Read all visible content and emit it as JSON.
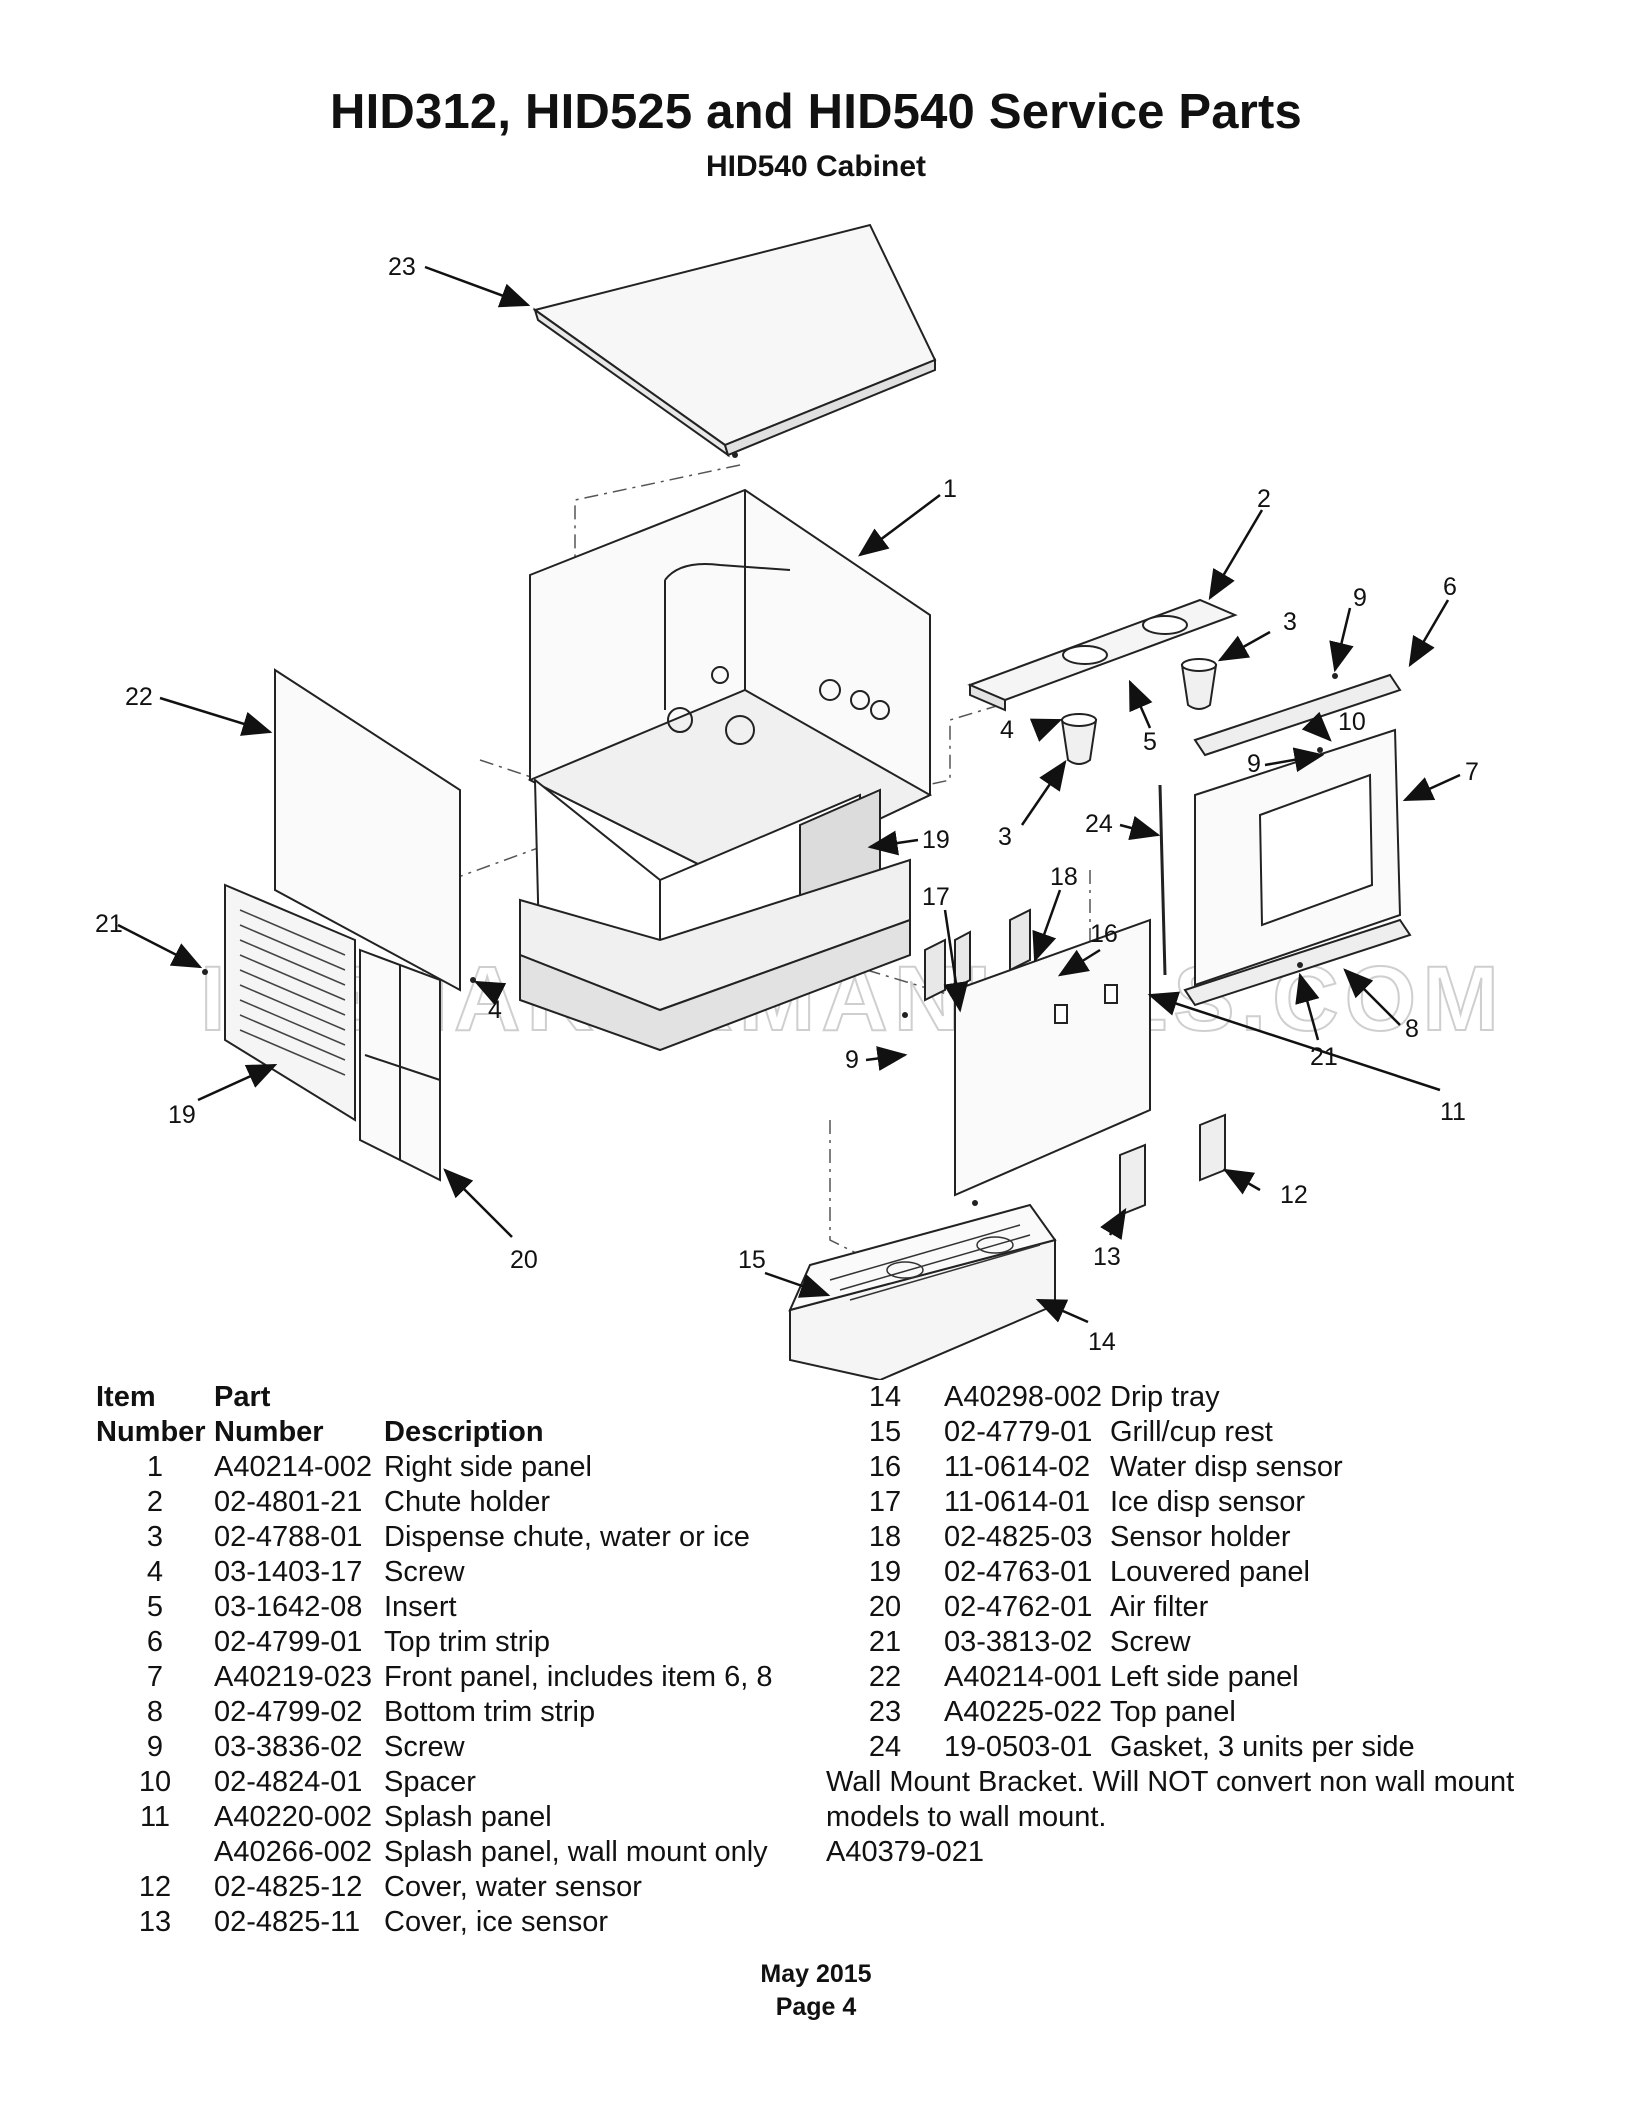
{
  "title": "HID312, HID525 and HID540 Service Parts",
  "subtitle": "HID540 Cabinet",
  "watermark": "ICEMAKERMANUALS.COM",
  "diagram_callouts": [
    "23",
    "1",
    "2",
    "3",
    "9",
    "6",
    "22",
    "4",
    "5",
    "10",
    "7",
    "9",
    "3",
    "24",
    "19",
    "18",
    "16",
    "17",
    "21",
    "4",
    "9",
    "21",
    "8",
    "11",
    "19",
    "12",
    "20",
    "13",
    "15",
    "14"
  ],
  "table_header": {
    "item_line1": "Item",
    "item_line2": "Number",
    "part_line1": "Part",
    "part_line2": "Number",
    "description": "Description"
  },
  "parts_left": [
    {
      "item": "1",
      "part": "A40214-002",
      "desc": "Right side panel"
    },
    {
      "item": "2",
      "part": "02-4801-21",
      "desc": "Chute holder"
    },
    {
      "item": "3",
      "part": "02-4788-01",
      "desc": "Dispense chute, water or ice"
    },
    {
      "item": "4",
      "part": "03-1403-17",
      "desc": "Screw"
    },
    {
      "item": "5",
      "part": "03-1642-08",
      "desc": "Insert"
    },
    {
      "item": "6",
      "part": "02-4799-01",
      "desc": "Top trim strip"
    },
    {
      "item": "7",
      "part": "A40219-023",
      "desc": "Front panel, includes item 6, 8"
    },
    {
      "item": "8",
      "part": "02-4799-02",
      "desc": "Bottom trim strip"
    },
    {
      "item": "9",
      "part": "03-3836-02",
      "desc": "Screw"
    },
    {
      "item": "10",
      "part": "02-4824-01",
      "desc": "Spacer"
    },
    {
      "item": "11",
      "part": "A40220-002",
      "desc": "Splash panel"
    },
    {
      "item": "",
      "part": "A40266-002",
      "desc": "Splash panel, wall mount only"
    },
    {
      "item": "12",
      "part": "02-4825-12",
      "desc": "Cover, water sensor"
    },
    {
      "item": "13",
      "part": "02-4825-11",
      "desc": "Cover, ice sensor"
    }
  ],
  "parts_right": [
    {
      "item": "14",
      "part": "A40298-002",
      "desc": "Drip tray"
    },
    {
      "item": "15",
      "part": "02-4779-01",
      "desc": "Grill/cup rest"
    },
    {
      "item": "16",
      "part": "11-0614-02",
      "desc": "Water disp sensor"
    },
    {
      "item": "17",
      "part": "11-0614-01",
      "desc": "Ice disp sensor"
    },
    {
      "item": "18",
      "part": "02-4825-03",
      "desc": "Sensor holder"
    },
    {
      "item": "19",
      "part": "02-4763-01",
      "desc": "Louvered panel"
    },
    {
      "item": "20",
      "part": "02-4762-01",
      "desc": "Air filter"
    },
    {
      "item": "21",
      "part": "03-3813-02",
      "desc": "Screw"
    },
    {
      "item": "22",
      "part": "A40214-001",
      "desc": "Left side panel"
    },
    {
      "item": "23",
      "part": "A40225-022",
      "desc": "Top panel"
    },
    {
      "item": "24",
      "part": "19-0503-01",
      "desc": "Gasket, 3 units per side"
    }
  ],
  "note": {
    "text": "Wall Mount Bracket. Will NOT convert non wall mount models to wall mount.",
    "part": "A40379-021"
  },
  "footer": {
    "date": "May 2015",
    "page": "Page 4"
  }
}
